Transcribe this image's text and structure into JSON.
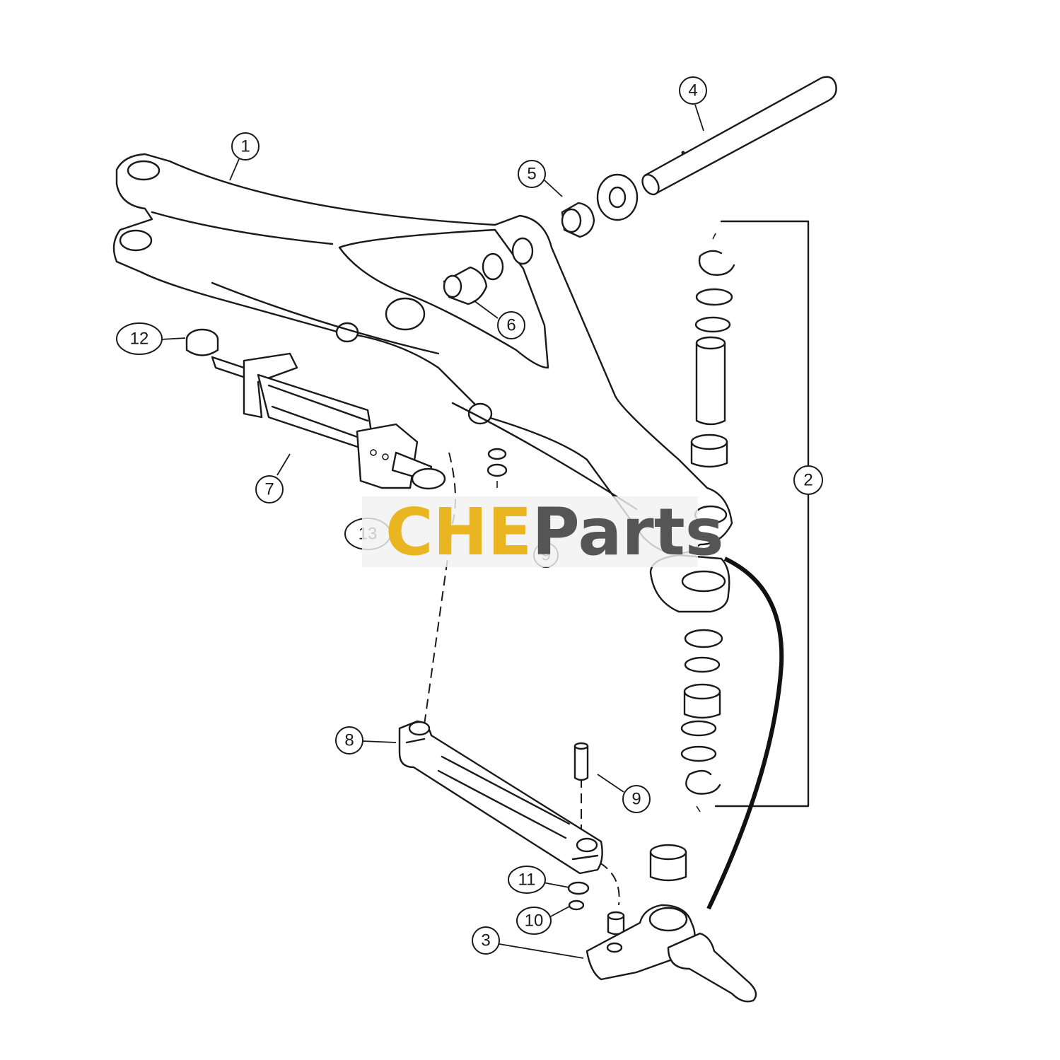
{
  "callouts": [
    {
      "label": "1"
    },
    {
      "label": "2"
    },
    {
      "label": "3"
    },
    {
      "label": "4"
    },
    {
      "label": "5"
    },
    {
      "label": "6"
    },
    {
      "label": "7"
    },
    {
      "label": "8"
    },
    {
      "label": "9"
    },
    {
      "label": "10"
    },
    {
      "label": "11"
    },
    {
      "label": "12"
    },
    {
      "label": "13"
    },
    {
      "label": "9"
    }
  ],
  "watermark": {
    "brand_prefix": "CHE",
    "brand_suffix": "Parts",
    "colors": {
      "prefix": "#e9b521",
      "suffix": "#555555"
    }
  },
  "colors": {
    "line": "#1a1a1a",
    "background": "#ffffff"
  }
}
